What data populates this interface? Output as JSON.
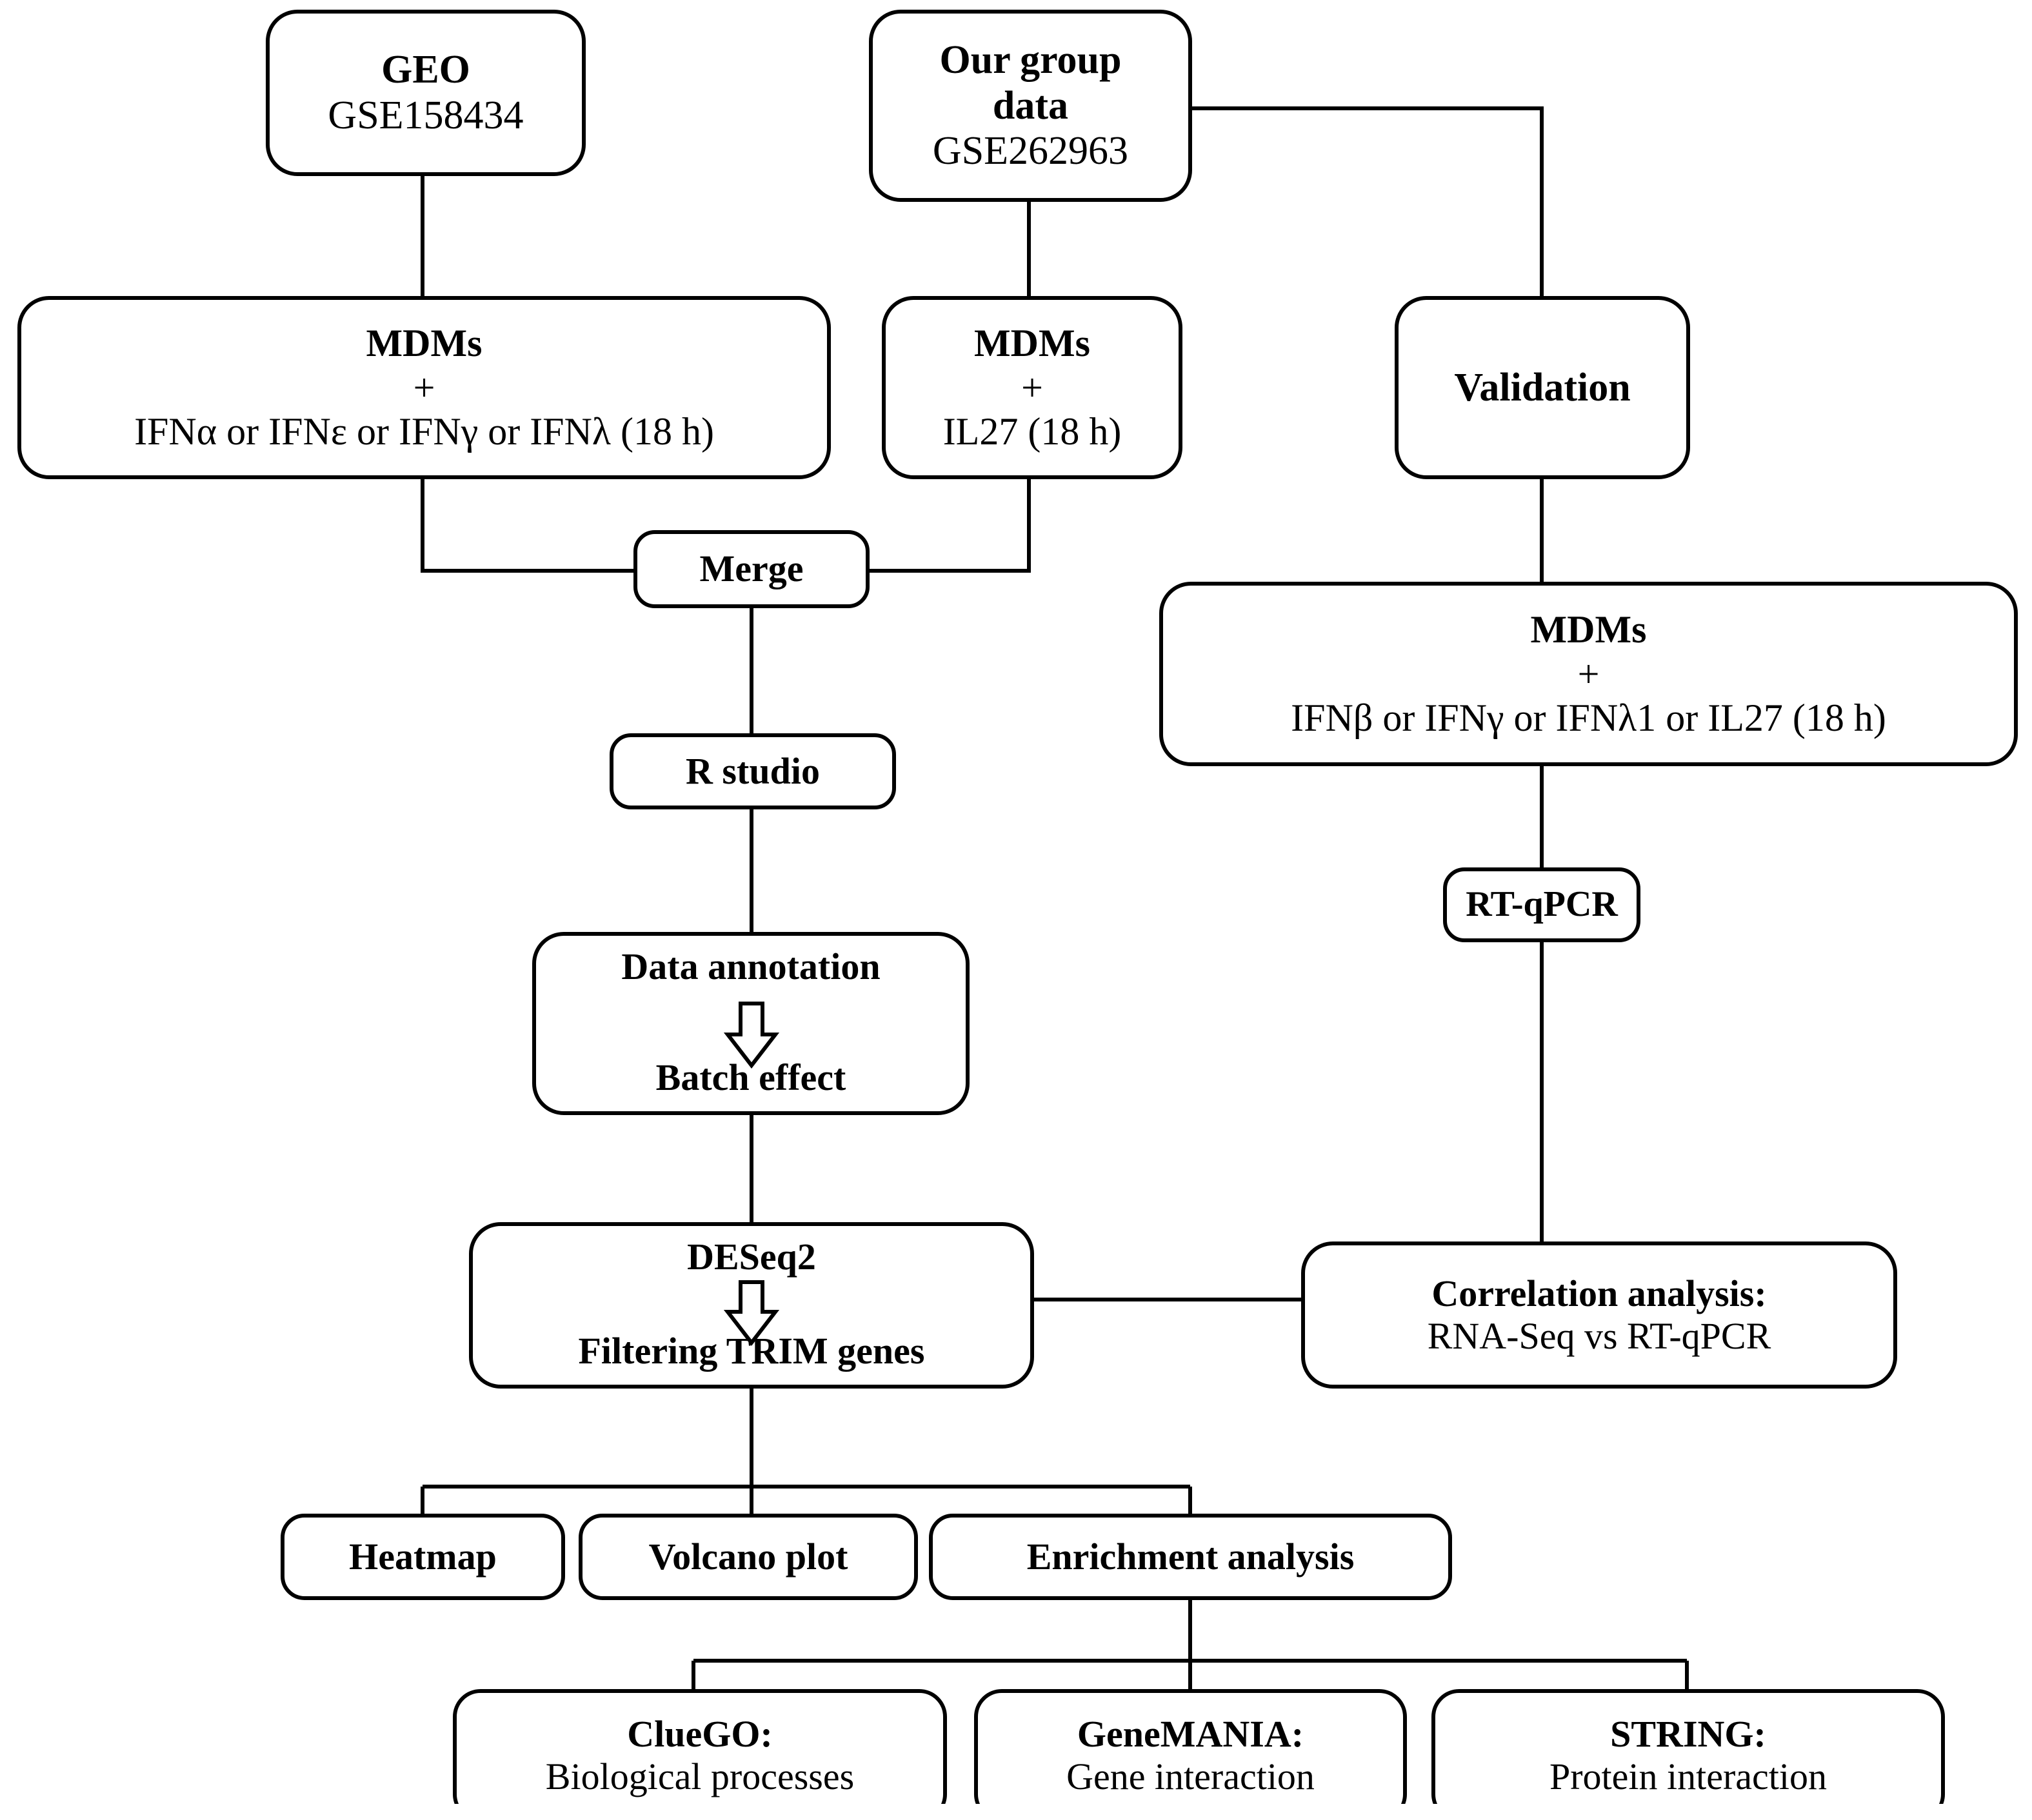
{
  "diagram": {
    "title": "TRIM gene RNA-Seq analysis workflow",
    "line_color": "#000000",
    "box_fill": "#ffffff"
  },
  "nodes": {
    "geo": {
      "name": "geo-source",
      "line1": "GEO",
      "line2": "GSE158434"
    },
    "our_group": {
      "name": "our-group-data-source",
      "line1": "Our group",
      "line2": "data",
      "line3": "GSE262963"
    },
    "mdms_ifn": {
      "name": "mdms-ifn-treatment",
      "line1": "MDMs",
      "line2": "+",
      "line3": "IFNα or IFNε or IFNγ or IFNλ (18 h)"
    },
    "mdms_il27": {
      "name": "mdms-il27-treatment",
      "line1": "MDMs",
      "line2": "+",
      "line3": "IL27 (18 h)"
    },
    "validation": {
      "name": "validation",
      "line1": "Validation"
    },
    "mdms_validation": {
      "name": "mdms-validation-treatment",
      "line1": "MDMs",
      "line2": "+",
      "line3": "IFNβ or IFNγ or IFNλ1 or IL27 (18 h)"
    },
    "merge": {
      "name": "merge",
      "line1": "Merge"
    },
    "rstudio": {
      "name": "r-studio",
      "line1": "R studio"
    },
    "annotation": {
      "name": "data-annotation-batch-effect",
      "line1": "Data annotation",
      "arrow": "down-arrow-glyph",
      "line2": "Batch effect"
    },
    "deseq2": {
      "name": "deseq2-filtering",
      "line1": "DESeq2",
      "arrow": "down-arrow-glyph",
      "line2": "Filtering TRIM genes"
    },
    "rtqpcr": {
      "name": "rt-qpcr",
      "line1": "RT-qPCR"
    },
    "correlation": {
      "name": "correlation-analysis",
      "line1": "Correlation analysis:",
      "line2": "RNA-Seq vs RT-qPCR"
    },
    "heatmap": {
      "name": "heatmap",
      "line1": "Heatmap"
    },
    "volcano": {
      "name": "volcano-plot",
      "line1": "Volcano plot"
    },
    "enrichment": {
      "name": "enrichment-analysis",
      "line1": "Enrichment analysis"
    },
    "cluego": {
      "name": "cluego",
      "line1": "ClueGO:",
      "line2": "Biological processes"
    },
    "genemania": {
      "name": "genemania",
      "line1": "GeneMANIA:",
      "line2": "Gene interaction"
    },
    "string": {
      "name": "string",
      "line1": "STRING:",
      "line2": "Protein interaction"
    }
  }
}
